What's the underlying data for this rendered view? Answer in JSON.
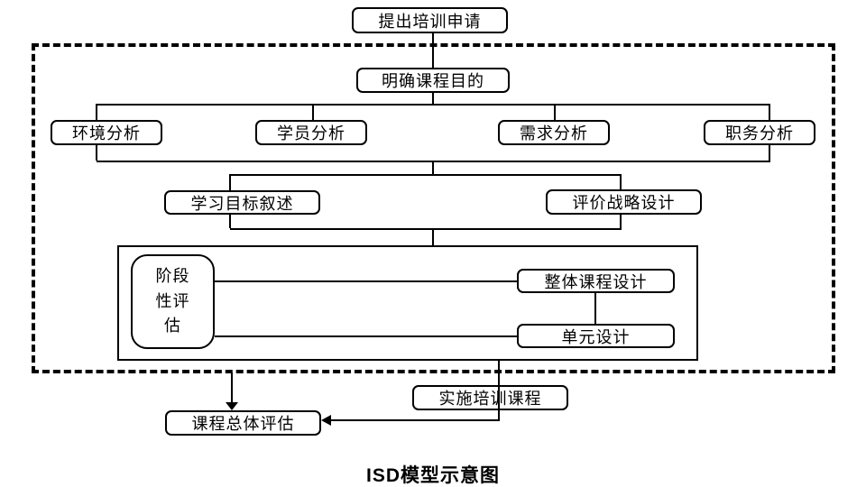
{
  "diagram": {
    "title": "ISD模型示意图",
    "nodes": {
      "request": "提出培训申请",
      "purpose": "明确课程目的",
      "environment": "环境分析",
      "student": "学员分析",
      "needs": "需求分析",
      "job": "职务分析",
      "objectives": "学习目标叙述",
      "eval_strategy": "评价战略设计",
      "phase_eval": "阶段性评估",
      "overall_design": "整体课程设计",
      "unit_design": "单元设计",
      "implement": "实施培训课程",
      "final_eval": "课程总体评估"
    },
    "colors": {
      "line": "#000000",
      "background": "#ffffff"
    }
  }
}
